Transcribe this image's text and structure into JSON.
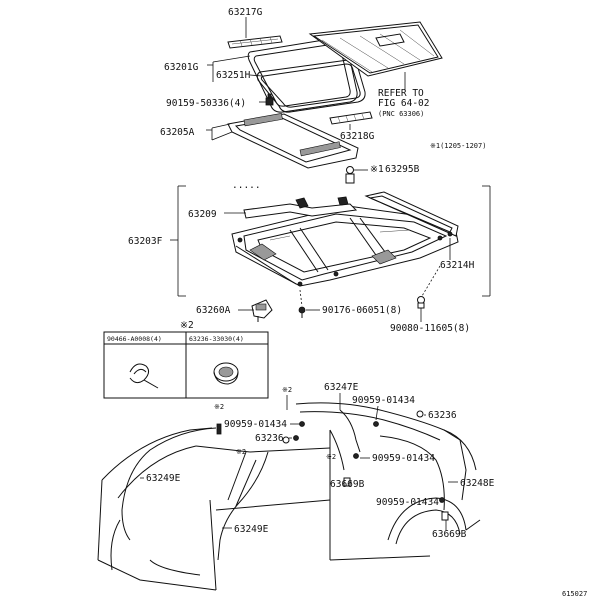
{
  "labels": {
    "p63217G": "63217G",
    "p63201G": "63201G",
    "p63251H": "63251H",
    "p90159": "90159-50336(4)",
    "refer1": "REFER TO",
    "refer2": "FIG 64-02",
    "refer3": "(PNC 63306)",
    "p63205A": "63205A",
    "p63218G": "63218G",
    "note1": "※1(1205-1207)",
    "p63295B": "63295B",
    "mark1": "※1",
    "p63209": "63209",
    "p63203F": "63203F",
    "p63214H": "63214H",
    "p63260A": "63260A",
    "p90176": "90176-06051(8)",
    "p90080": "90080-11605(8)",
    "tableMark": "※2",
    "tableCol1": "90466-A0008(4)",
    "tableCol2": "63236-33030(4)",
    "mark2a": "※2",
    "mark2b": "※2",
    "mark2c": "※2",
    "mark2d": "※2",
    "p63247E": "63247E",
    "p90959a": "90959-01434",
    "p63236a": "63236",
    "p90959b": "90959-01434",
    "p63236b": "63236",
    "p90959c": "90959-01434",
    "p63249Ea": "63249E",
    "p63669Ba": "63669B",
    "p63248E": "63248E",
    "p90959d": "90959-01434",
    "p63249Eb": "63249E",
    "p63669Bb": "63669B",
    "figId": "615027"
  }
}
